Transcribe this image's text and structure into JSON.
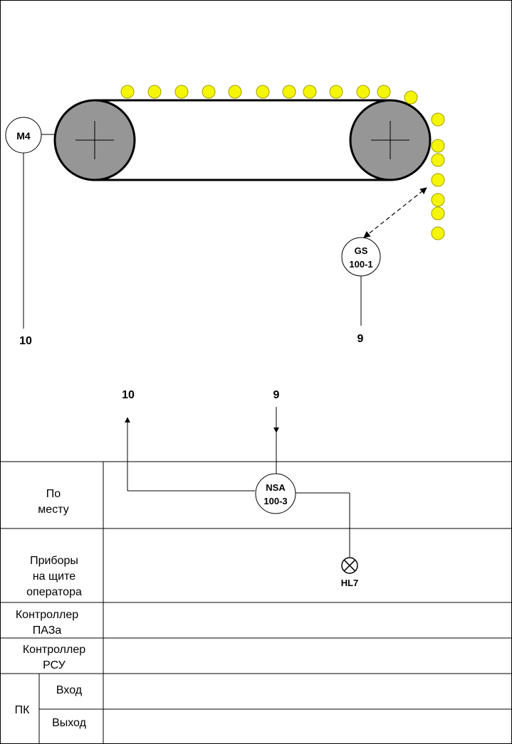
{
  "diagram": {
    "motor": {
      "label": "M4"
    },
    "sensor": {
      "line1": "GS",
      "line2": "100-1"
    },
    "wire_labels": {
      "motor_wire": "10",
      "sensor_wire": "9",
      "in_top": "10",
      "out_top": "9"
    },
    "alarm_block": {
      "line1": "NSA",
      "line2": "100-3"
    },
    "lamp": {
      "label": "HL7"
    },
    "colors": {
      "pulley": "#969696",
      "product": "#f5f50a",
      "line": "#000000"
    }
  },
  "table": {
    "rows": [
      {
        "label_line1": "По",
        "label_line2": "месту"
      },
      {
        "label_line1": "Приборы",
        "label_line2": "на щите",
        "label_line3": "оператора"
      },
      {
        "label_line1": "Контроллер",
        "label_line2": "ПАЗа"
      },
      {
        "label_line1": "Контроллер",
        "label_line2": "РСУ"
      }
    ],
    "pk": {
      "label": "ПК",
      "in": "Вход",
      "out": "Выход"
    }
  }
}
